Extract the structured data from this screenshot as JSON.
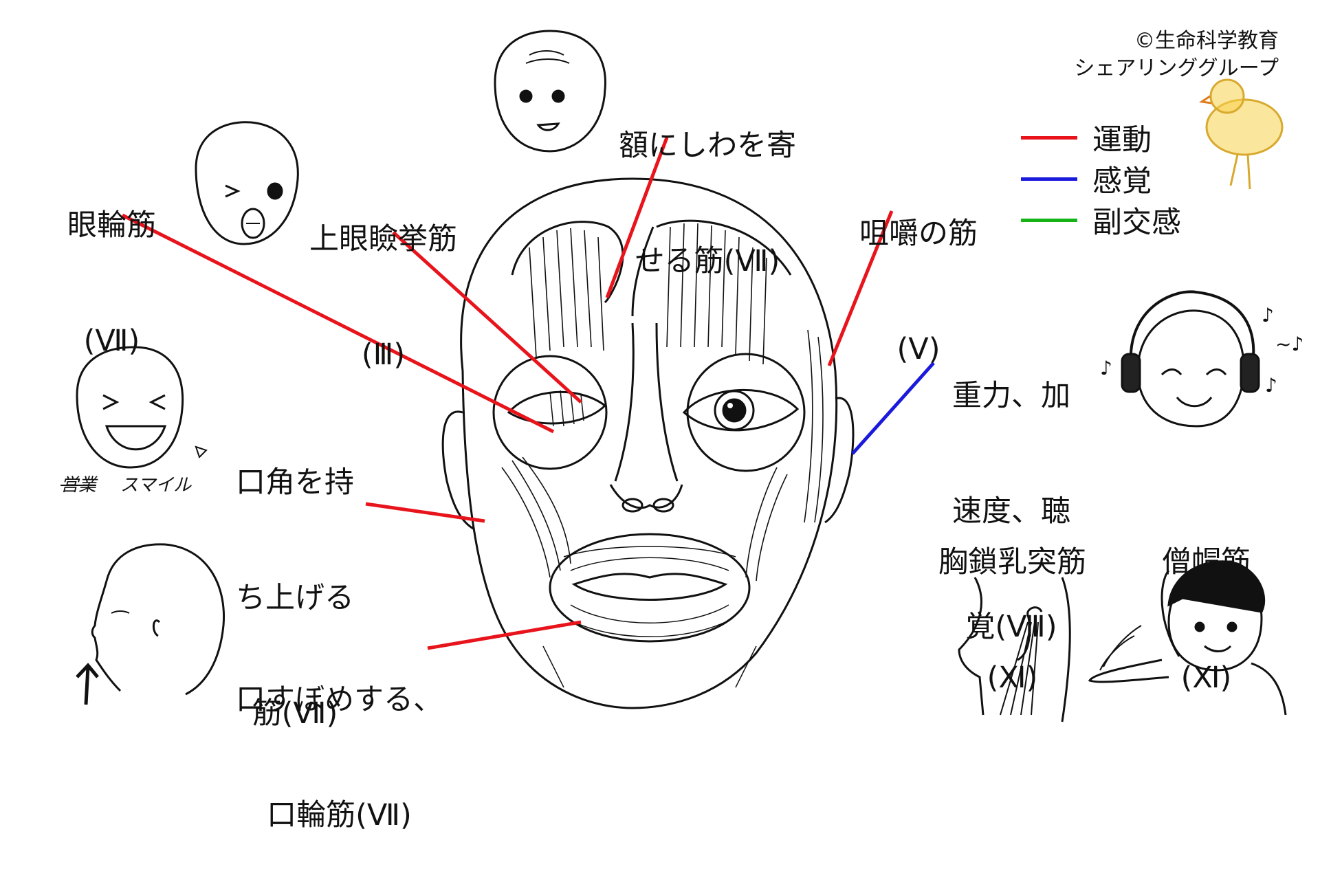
{
  "credit": {
    "line1": "©生命科学教育",
    "line2": "シェアリンググループ"
  },
  "legend": [
    {
      "label": "運動",
      "color": "#e8141c"
    },
    {
      "label": "感覚",
      "color": "#1a1adc"
    },
    {
      "label": "副交感",
      "color": "#16b316"
    }
  ],
  "labels": {
    "frontalis": [
      "額にしわを寄",
      "せる筋(Ⅶ)"
    ],
    "orbicularis_oculi": [
      "眼輪筋",
      "(Ⅶ)"
    ],
    "levator_palpebrae": [
      "上眼瞼挙筋",
      "(Ⅲ)"
    ],
    "masseter": [
      "咀嚼の筋",
      "(Ⅴ)"
    ],
    "vestibulocochlear": [
      "重力、加",
      "速度、聴",
      "覚(Ⅷ)"
    ],
    "levator_anguli_oris": [
      "口角を持",
      "ち上げる",
      "筋(Ⅶ)"
    ],
    "orbicularis_oris": [
      "口すぼめする、",
      "口輪筋(Ⅶ)"
    ],
    "sternocleidomastoid": [
      "胸鎖乳突筋",
      "(Ⅺ)"
    ],
    "trapezius": [
      "僧帽筋",
      "(Ⅺ)"
    ]
  },
  "doodles": {
    "smile_caption": "スマイル",
    "crossed_word": "営業"
  },
  "icons": {
    "main": "face-muscle-anatomy-icon",
    "frown_face": "forehead-wrinkle-face-icon",
    "wink_face": "winking-face-icon",
    "smile_face": "laughing-face-icon",
    "profile_head": "head-profile-icon",
    "headphones_face": "headphones-face-icon",
    "neck": "neck-muscle-icon",
    "shoulder_boy": "shrugging-boy-icon",
    "chick": "chick-drawing-icon"
  },
  "colors": {
    "motor": "#e8141c",
    "sensory": "#1a1adc",
    "parasympathetic": "#16b316"
  }
}
